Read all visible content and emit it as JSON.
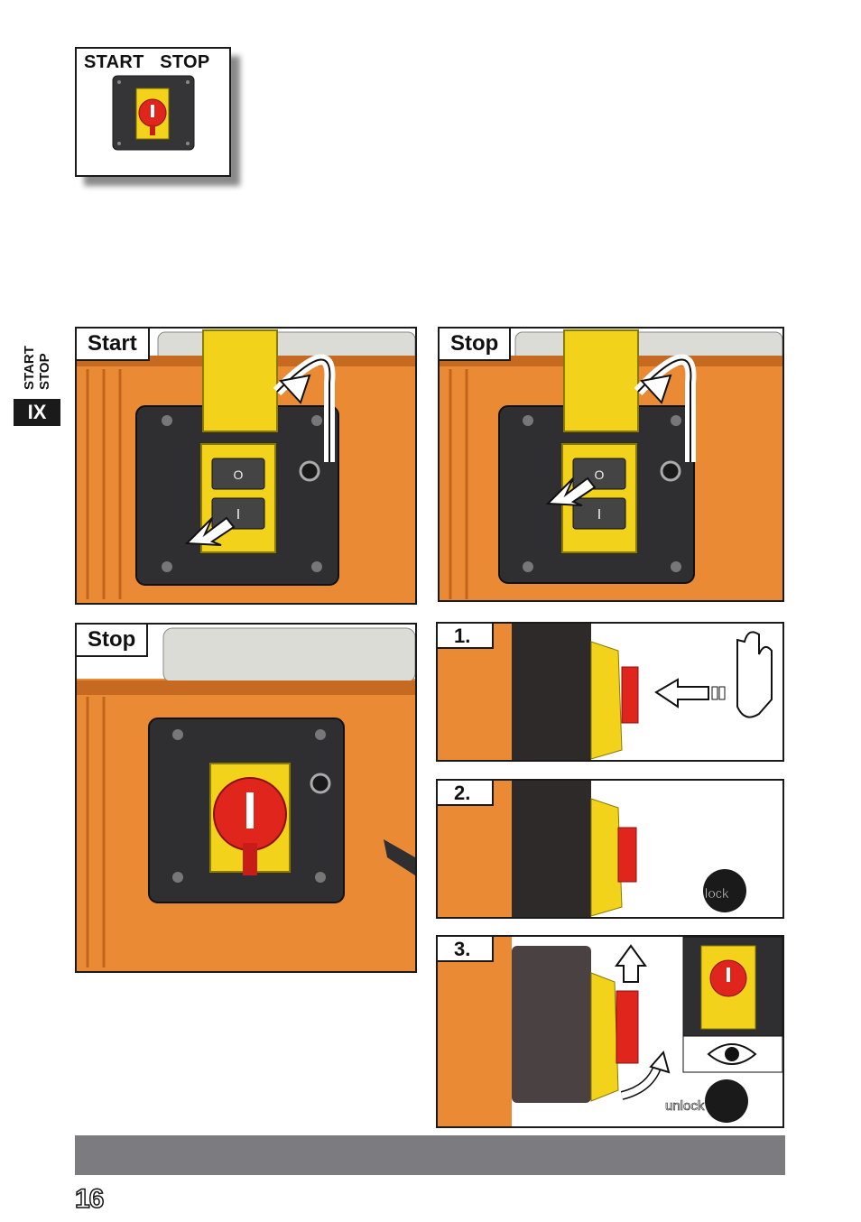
{
  "hero": {
    "title": "START   STOP"
  },
  "side_tab": {
    "line1": "START",
    "line2": "STOP",
    "roman": "IX"
  },
  "panels": {
    "start": {
      "label": "Start",
      "switch_on": "I",
      "switch_off": "O"
    },
    "stop_toggle": {
      "label": "Stop",
      "switch_on": "I",
      "switch_off": "O"
    },
    "stop_emergency": {
      "label": "Stop"
    }
  },
  "steps": [
    {
      "number": "1.",
      "badge": ""
    },
    {
      "number": "2.",
      "badge": "lock"
    },
    {
      "number": "3.",
      "badge": "unlock"
    }
  ],
  "page_number": "16",
  "colors": {
    "orange": "#ea8a34",
    "yellow": "#f2d21a",
    "red": "#e0261c",
    "housing": "#2c2c2e",
    "footer": "#7b7b80"
  }
}
